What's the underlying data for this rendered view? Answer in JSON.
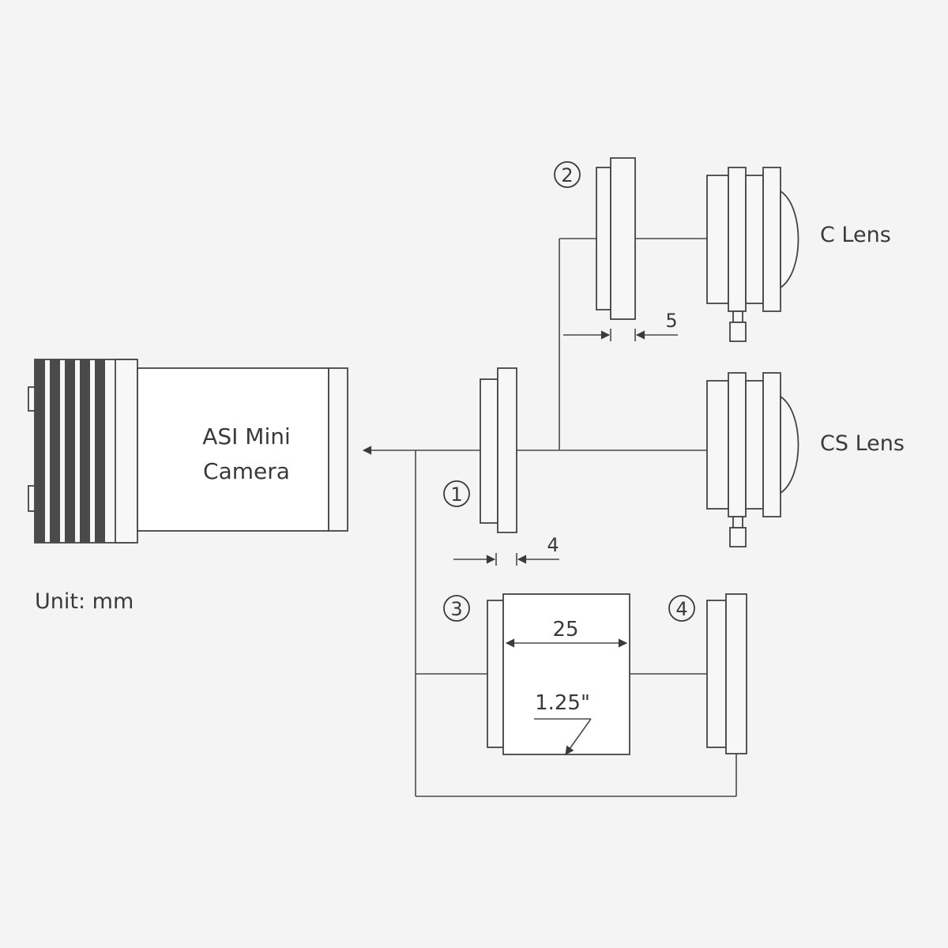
{
  "camera": {
    "line1": "ASI Mini",
    "line2": "Camera"
  },
  "unit_label": "Unit: mm",
  "lenses": {
    "c": "C Lens",
    "cs": "CS Lens"
  },
  "callouts": {
    "p1": "1",
    "p2": "2",
    "p3": "3",
    "p4": "4"
  },
  "dimensions": {
    "d1": "4",
    "d2": "5",
    "d3": "25",
    "d4": "1.25\""
  }
}
